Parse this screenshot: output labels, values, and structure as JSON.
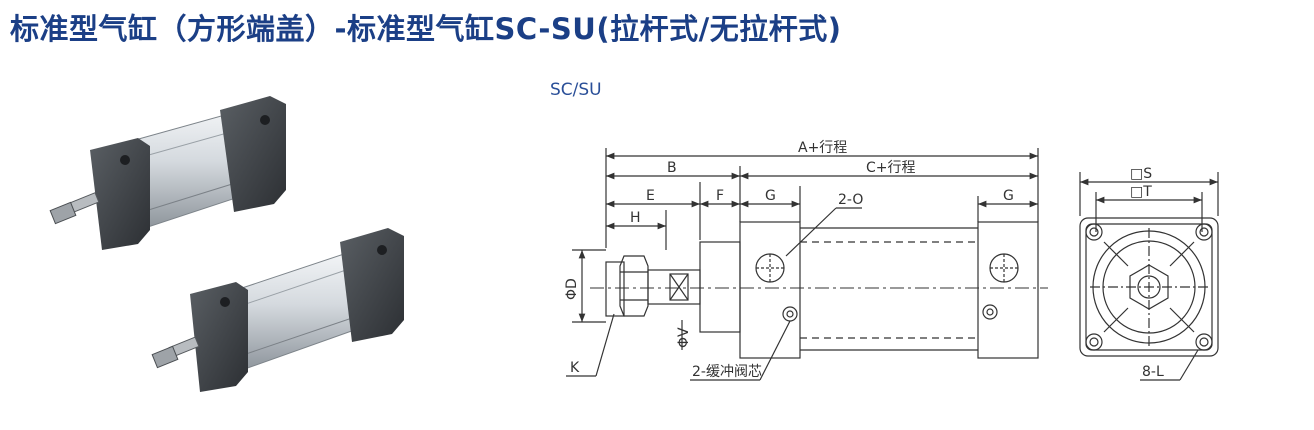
{
  "page": {
    "title": "标准型气缸（方形端盖）-标准型气缸SC-SU(拉杆式/无拉杆式)",
    "model_label": "SC/SU"
  },
  "drawing": {
    "dim_a": "A+行程",
    "dim_b": "B",
    "dim_c": "C+行程",
    "dim_e": "E",
    "dim_f": "F",
    "dim_g_left": "G",
    "dim_g_right": "G",
    "dim_h": "H",
    "dim_o": "2-O",
    "dim_d": "ΦD",
    "dim_v": "ΦV",
    "dim_k": "K",
    "cushion_valve": "2-缓冲阀芯",
    "dim_s": "□S",
    "dim_t": "□T",
    "dim_l": "8-L"
  },
  "colors": {
    "title": "#1b3f86",
    "model_label": "#2a4f98",
    "line": "#333333",
    "end_cap": "#3c3f42",
    "barrel": "#c9ced3"
  }
}
